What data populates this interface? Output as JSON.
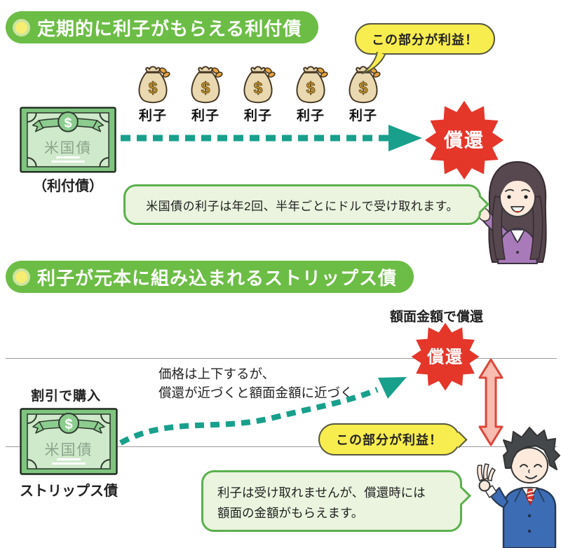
{
  "palette": {
    "header_green": "#6cbd45",
    "badge_red": "#e5362a",
    "teal": "#18a08c",
    "bubble_yellow": "#f8ed4e",
    "bubble_green_fill": "#eaf4de",
    "bubble_green_border": "#5bb04d",
    "note_frame_green": "#7fc580",
    "note_inner_green": "#cfe9cb",
    "bag_fill": "#e9d8b0",
    "profit_arrow_fill": "#f8bcb1",
    "profit_arrow_stroke": "#de4538"
  },
  "section1": {
    "header": "定期的に利子がもらえる利付債",
    "profit_bubble": "この部分が利益！",
    "bags": [
      "利子",
      "利子",
      "利子",
      "利子",
      "利子"
    ],
    "bag_symbol": "$",
    "note": {
      "symbol": "$",
      "title": "米国債",
      "caption": "（利付債）"
    },
    "redemption": "償還",
    "speech": "米国債の利子は年2回、半年ごとにドルで受け取れます。"
  },
  "section2": {
    "header": "利子が元本に組み込まれるストリップス債",
    "maturity_label": "額面金額で償還",
    "redemption": "償還",
    "price_note": [
      "価格は上下するが、",
      "償還が近づくと額面金額に近づく"
    ],
    "purchase_label": "割引で購入",
    "note": {
      "symbol": "$",
      "title": "米国債",
      "caption": "ストリップス債"
    },
    "profit_bubble": "この部分が利益！",
    "speech": [
      "利子は受け取れませんが、償還時には",
      "額面の金額がもらえます。"
    ]
  }
}
